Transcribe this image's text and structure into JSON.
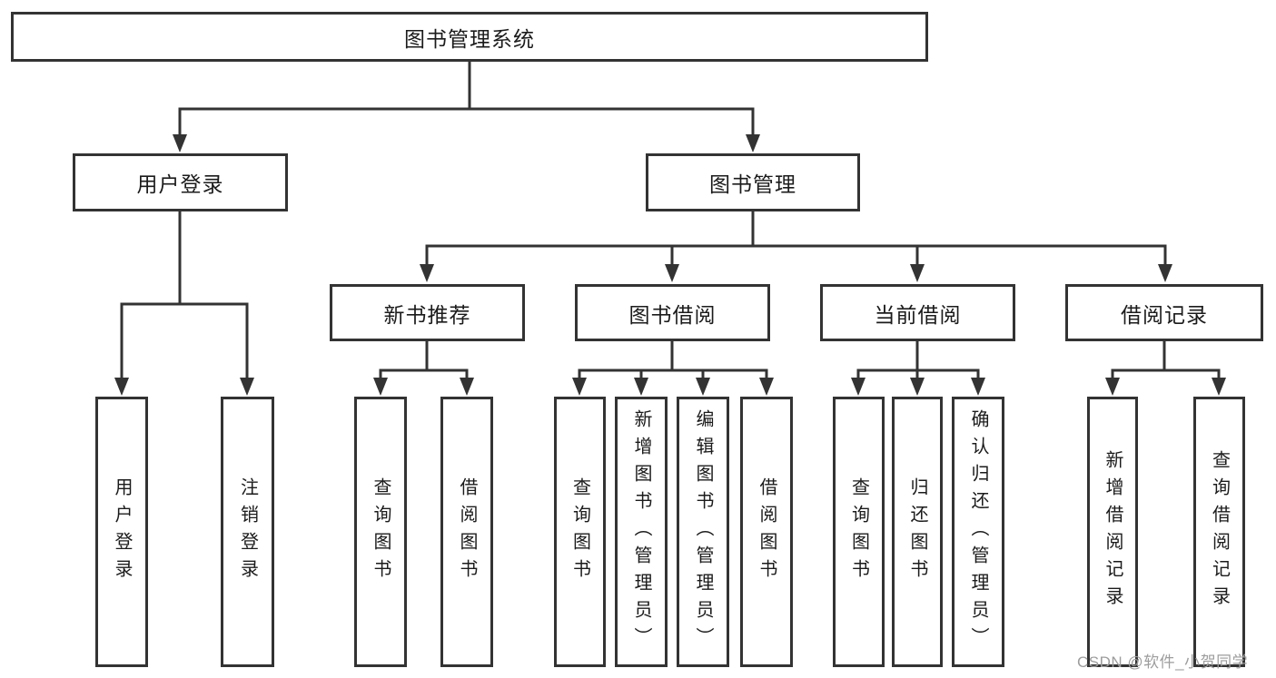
{
  "colors": {
    "line": "#333333",
    "box_border": "#333333",
    "text": "#1b1b1b",
    "watermark": "#9d9d9d",
    "background": "#ffffff"
  },
  "nodes": {
    "root": {
      "label": "图书管理系统"
    },
    "user_login": {
      "label": "用户登录",
      "children": {
        "login": {
          "label": "用户登录"
        },
        "logout": {
          "label": "注销登录"
        }
      }
    },
    "book_mgmt": {
      "label": "图书管理",
      "children": {
        "new_book_rec": {
          "label": "新书推荐",
          "children": {
            "query_book": {
              "label": "查询图书"
            },
            "borrow_book": {
              "label": "借阅图书"
            }
          }
        },
        "book_borrow": {
          "label": "图书借阅",
          "children": {
            "query_book": {
              "label": "查询图书"
            },
            "add_book": {
              "label": "新增图书（管理员）"
            },
            "edit_book": {
              "label": "编辑图书（管理员）"
            },
            "borrow_book": {
              "label": "借阅图书"
            }
          }
        },
        "current_borrow": {
          "label": "当前借阅",
          "children": {
            "query_book": {
              "label": "查询图书"
            },
            "return_book": {
              "label": "归还图书"
            },
            "confirm_return": {
              "label": "确认归还（管理员）"
            }
          }
        },
        "borrow_record": {
          "label": "借阅记录",
          "children": {
            "add_record": {
              "label": "新增借阅记录"
            },
            "query_record": {
              "label": "查询借阅记录"
            }
          }
        }
      }
    }
  },
  "watermark": {
    "text": "CSDN @软件_小贺同学"
  }
}
